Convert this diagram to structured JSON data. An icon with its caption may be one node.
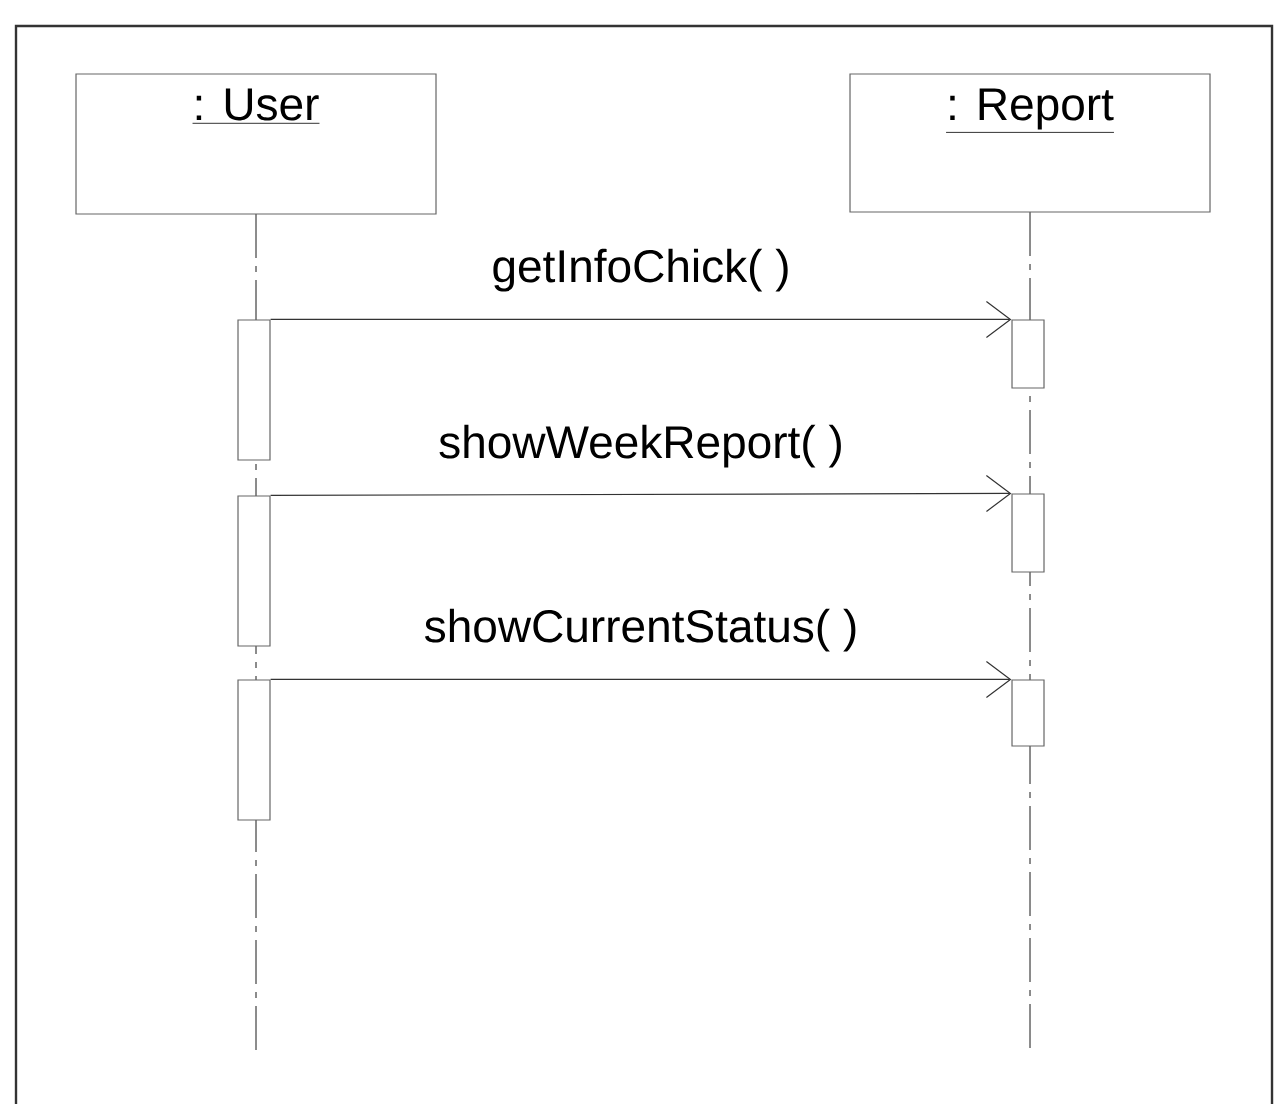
{
  "diagram": {
    "nodes": [
      {
        "text": [
          ": User"
        ]
      },
      {
        "text": [
          ": Report"
        ]
      },
      {
        "text": [],
        "shape": "bar"
      },
      {
        "text": [],
        "shape": "bar"
      },
      {
        "text": [],
        "shape": "bar"
      },
      {
        "text": [],
        "shape": "bar"
      },
      {
        "text": [],
        "shape": "bar"
      },
      {
        "text": [],
        "shape": "bar"
      }
    ],
    "edges": [
      {
        "from": 2,
        "to": 5,
        "arrow": "to",
        "label": "getInfoChick( )"
      },
      {
        "from": 3,
        "to": 6,
        "arrow": "to",
        "label": "showWeekReport( )"
      },
      {
        "from": 4,
        "to": 7,
        "arrow": "to",
        "label": "showCurrentStatus( )"
      }
    ]
  }
}
